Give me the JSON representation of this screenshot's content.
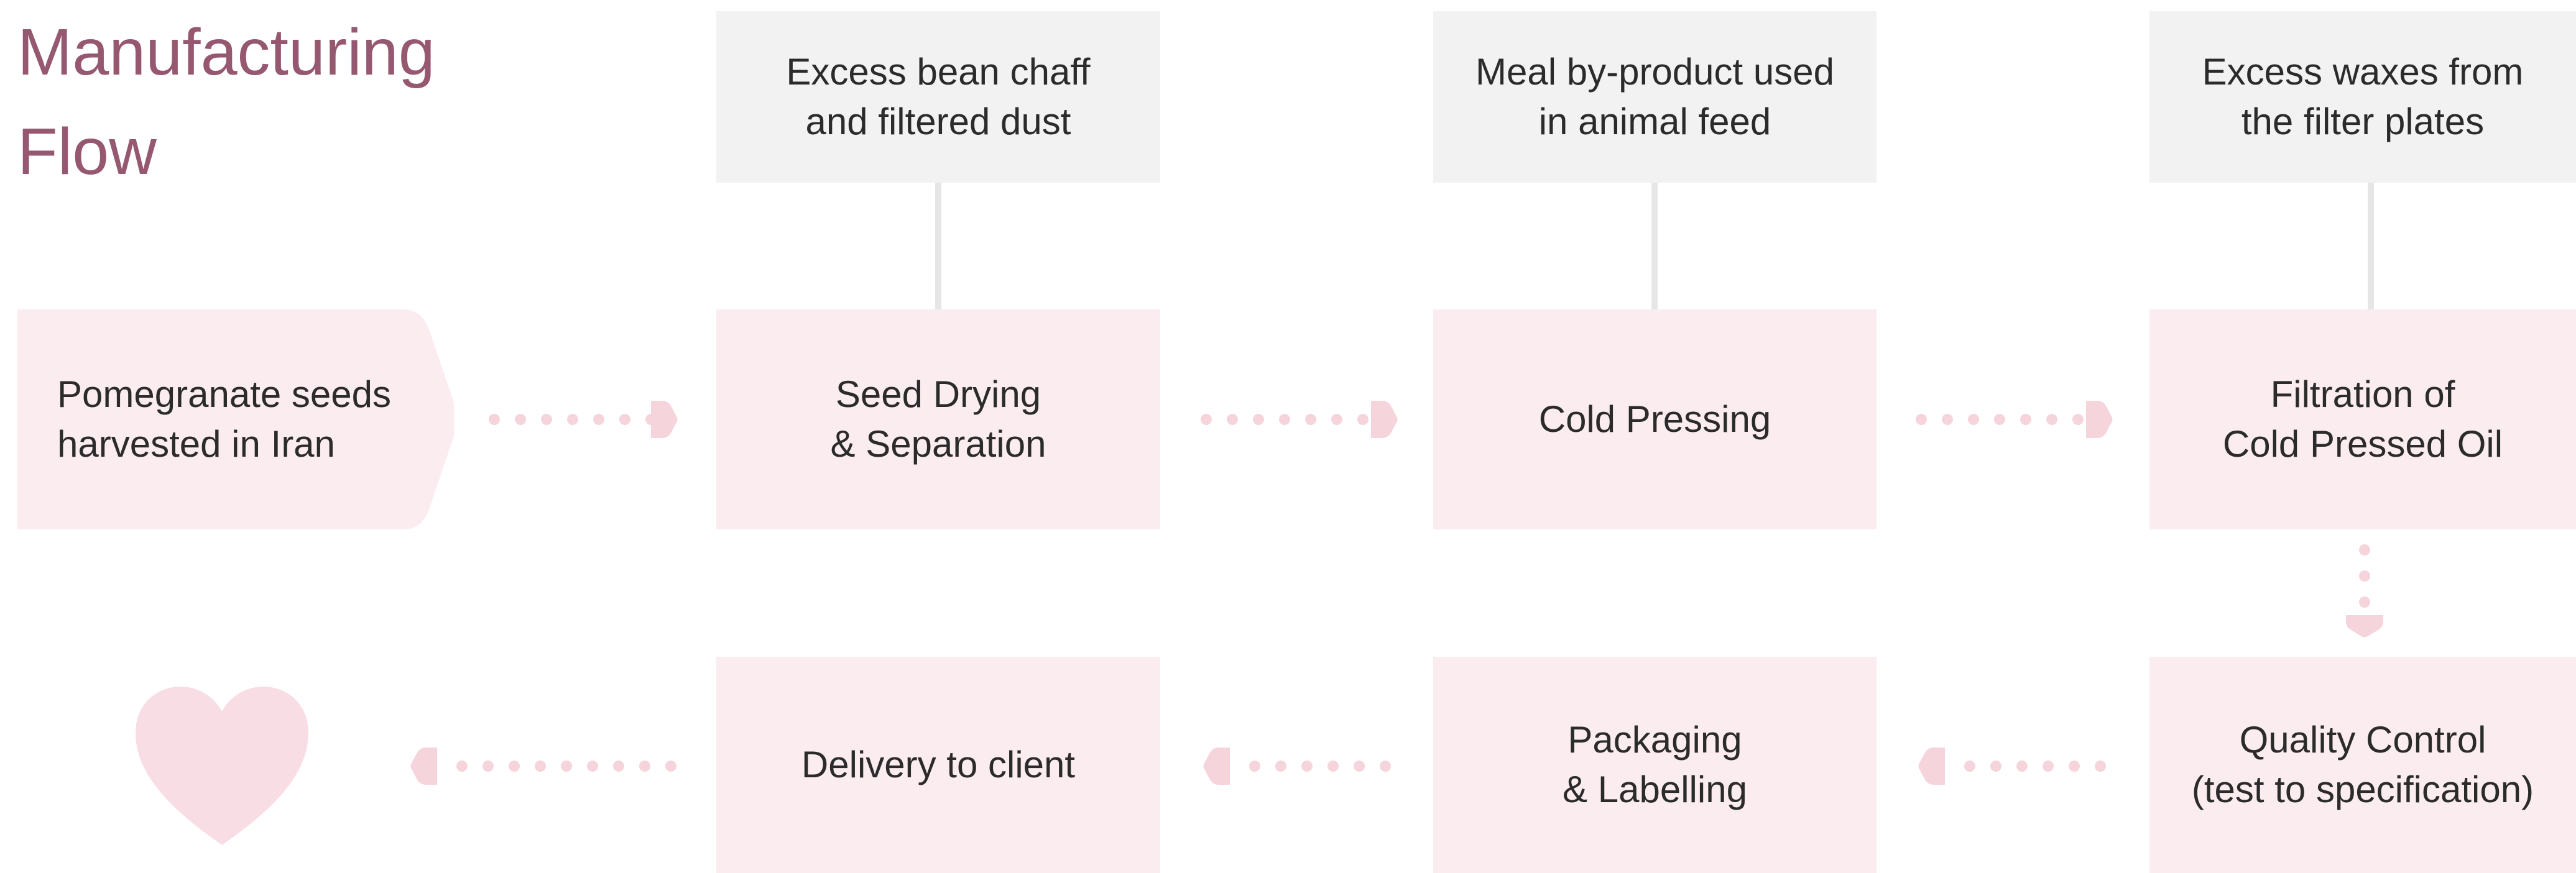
{
  "title": {
    "line1": "Manufacturing",
    "line2": "Flow"
  },
  "colors": {
    "title": "#965870",
    "step_fill": "#fbecef",
    "note_fill": "#f2f2f2",
    "arrow": "#f6d4dc",
    "heart": "#f9dde4",
    "connector": "#e6e6e6"
  },
  "start": {
    "label": "Pomegranate seeds\nharvested in Iran"
  },
  "steps": [
    {
      "label": "Seed Drying\n& Separation"
    },
    {
      "label": "Cold Pressing"
    },
    {
      "label": "Filtration of\nCold Pressed Oil"
    },
    {
      "label": "Quality Control\n(test to specification)"
    },
    {
      "label": "Packaging\n& Labelling"
    },
    {
      "label": "Delivery to client"
    }
  ],
  "notes": [
    {
      "label": "Excess bean chaff\nand filtered dust"
    },
    {
      "label": "Meal by-product used\nin animal feed"
    },
    {
      "label": "Excess waxes from\nthe filter plates"
    }
  ],
  "end_icon": "heart-icon"
}
